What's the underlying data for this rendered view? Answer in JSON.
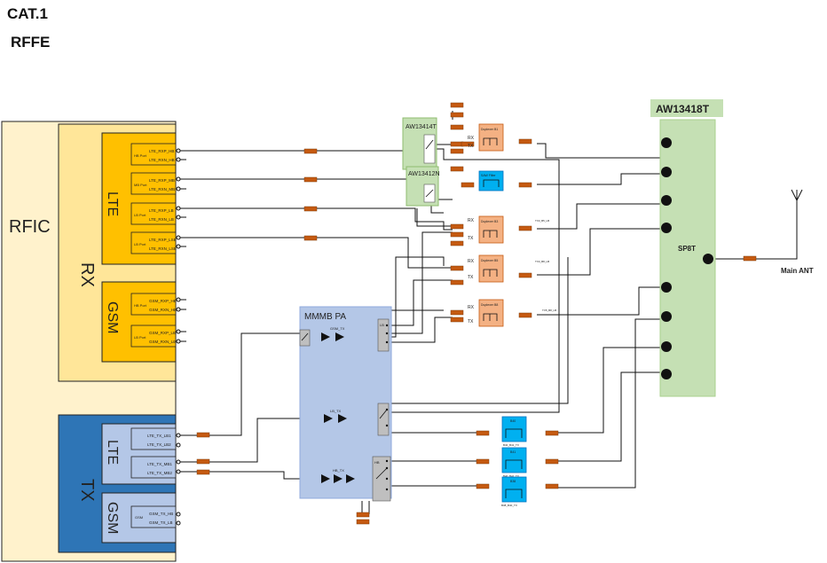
{
  "header": {
    "line1": "CAT.1",
    "line2": "RFFE"
  },
  "rfic": {
    "label": "RFIC",
    "rx": {
      "label": "RX",
      "lte": {
        "label": "LTE",
        "ports": [
          {
            "port": "HB Port",
            "pins": [
              "LTE_RXP_HB",
              "LTE_RXN_HB"
            ]
          },
          {
            "port": "MB Port",
            "pins": [
              "LTE_RXP_MB",
              "LTE_RXN_MB"
            ]
          },
          {
            "port": "LB Port",
            "pins": [
              "LTE_RXP_LB",
              "LTE_RXN_LB"
            ]
          },
          {
            "port": "LB Port",
            "pins": [
              "LTE_RXP_LSB",
              "LTE_RXN_LSB"
            ]
          }
        ]
      },
      "gsm": {
        "label": "GSM",
        "ports": [
          {
            "port": "HB Port",
            "pins": [
              "GSM_RXP_HB",
              "GSM_RXN_HB"
            ]
          },
          {
            "port": "LB Port",
            "pins": [
              "GSM_RXP_LB",
              "GSM_RXN_LB"
            ]
          }
        ]
      }
    },
    "tx": {
      "label": "TX",
      "lte": {
        "label": "LTE",
        "ports": [
          {
            "pins": [
              "LTE_TX_LB1",
              "LTE_TX_LB2"
            ]
          },
          {
            "pins": [
              "LTE_TX_MB1",
              "LTE_TX_MB2"
            ]
          }
        ]
      },
      "gsm": {
        "label": "GSM",
        "port": "GSM",
        "pins": [
          "GSM_TX_HB",
          "GSM_TX_LB"
        ]
      }
    }
  },
  "pa": {
    "label": "MMMB PA",
    "stages": [
      "GSM_TX",
      "LB_TX",
      "HB_TX"
    ],
    "switch_labels": [
      "LB",
      "HB"
    ]
  },
  "switches": {
    "sw1": "AW13414T",
    "sw2": "AW13412N"
  },
  "duplexers": [
    {
      "name": "Duplexer B1",
      "pins": [
        "RX",
        "TX"
      ]
    },
    {
      "name": "Duplexer B3",
      "pins": [
        "RX",
        "TX"
      ]
    },
    {
      "name": "Duplexer B5",
      "pins": [
        "RX",
        "TX"
      ]
    },
    {
      "name": "Duplexer B8",
      "pins": [
        "RX",
        "TX"
      ]
    }
  ],
  "filters": [
    "SAW Filter",
    "B40",
    "B41",
    "B38"
  ],
  "filter_labels": [
    "B40_B41_TX",
    "B40_B41_TX",
    "B38_B40_TX"
  ],
  "misc_labels": [
    "TX3_B5_LB",
    "TX3_B8_LB",
    "TX5_B8_LB"
  ],
  "antenna_switch": {
    "part": "AW13418T",
    "label": "SP8T",
    "antenna": "Main ANT"
  },
  "colors": {
    "rfic_outer": "#fff2cc",
    "rx_block": "#ffe699",
    "rx_sub": "#ffc000",
    "tx_block": "#2e75b6",
    "tx_sub": "#b4c7e7",
    "pa": "#b4c7e7",
    "switch": "#c5e0b4",
    "duplexer": "#f4b183",
    "saw": "#00b0f0"
  }
}
